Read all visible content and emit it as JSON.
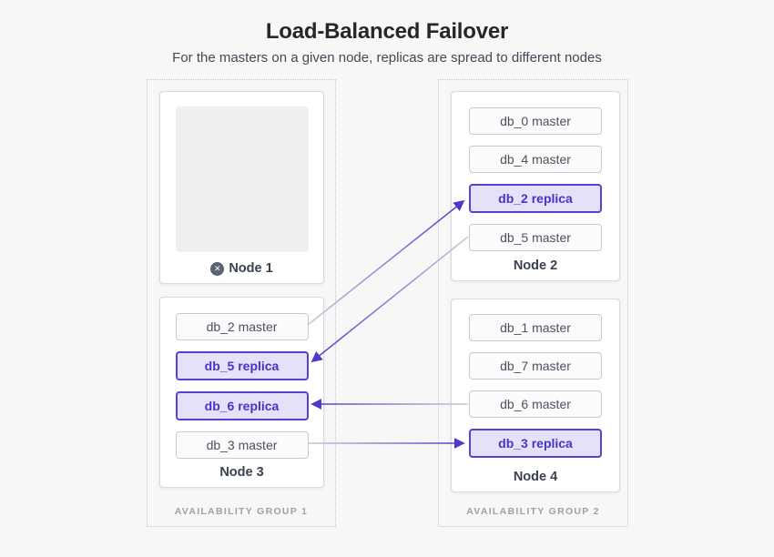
{
  "header": {
    "title": "Load-Balanced Failover",
    "subtitle": "For the masters on a given node, replicas are spread to different nodes"
  },
  "groups": [
    {
      "label": "AVAILABILITY GROUP 1",
      "nodes": [
        {
          "name": "Node 1",
          "status": "failed",
          "dbs": []
        },
        {
          "name": "Node 3",
          "status": "active",
          "dbs": [
            {
              "label": "db_2 master",
              "role": "master"
            },
            {
              "label": "db_5 replica",
              "role": "replica"
            },
            {
              "label": "db_6 replica",
              "role": "replica"
            },
            {
              "label": "db_3 master",
              "role": "master"
            }
          ]
        }
      ]
    },
    {
      "label": "AVAILABILITY GROUP 2",
      "nodes": [
        {
          "name": "Node 2",
          "status": "active",
          "dbs": [
            {
              "label": "db_0 master",
              "role": "master"
            },
            {
              "label": "db_4 master",
              "role": "master"
            },
            {
              "label": "db_2 replica",
              "role": "replica"
            },
            {
              "label": "db_5 master",
              "role": "master"
            }
          ]
        },
        {
          "name": "Node 4",
          "status": "active",
          "dbs": [
            {
              "label": "db_1 master",
              "role": "master"
            },
            {
              "label": "db_7 master",
              "role": "master"
            },
            {
              "label": "db_6 master",
              "role": "master"
            },
            {
              "label": "db_3 replica",
              "role": "replica"
            }
          ]
        }
      ]
    }
  ],
  "icons": {
    "failed_node_glyph": "✕"
  },
  "arrows": [
    {
      "db": "db_2",
      "from": "db_2 master on Node 3",
      "to": "db_2 replica on Node 2"
    },
    {
      "db": "db_5",
      "from": "db_5 master on Node 2",
      "to": "db_5 replica on Node 3"
    },
    {
      "db": "db_6",
      "from": "db_6 master on Node 4",
      "to": "db_6 replica on Node 3"
    },
    {
      "db": "db_3",
      "from": "db_3 master on Node 3",
      "to": "db_3 replica on Node 4"
    }
  ],
  "colors": {
    "accent": "#4c3bc9",
    "accent_fill": "#e5e1f8",
    "arrow_tail": "#c8c8d7",
    "fail_icon_bg": "#5a6170",
    "background": "#f7f7f8"
  }
}
